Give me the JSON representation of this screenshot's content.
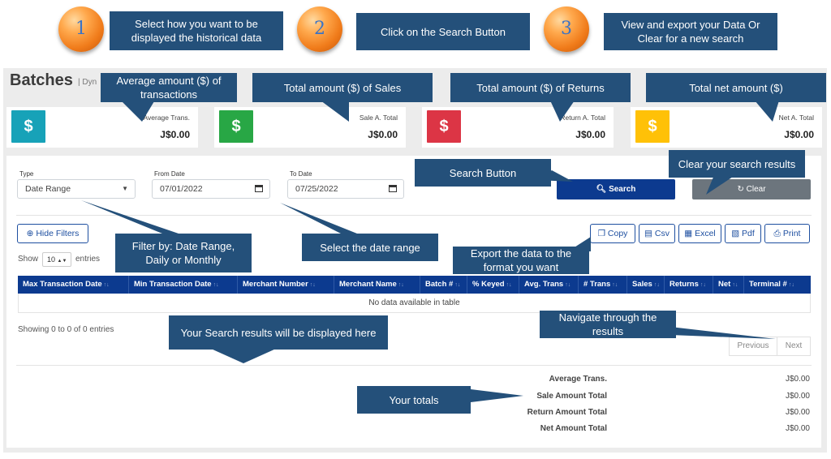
{
  "steps": [
    {
      "num": "1",
      "text": "Select how you want to be displayed the historical data"
    },
    {
      "num": "2",
      "text": "Click on the Search Button"
    },
    {
      "num": "3",
      "text": "View and export your Data Or Clear for a new search"
    }
  ],
  "page": {
    "title": "Batches",
    "subtitle": "| Dyn"
  },
  "callouts": {
    "avg": "Average amount ($) of transactions",
    "sales": "Total amount ($) of Sales",
    "returns": "Total amount ($) of Returns",
    "net": "Total net amount ($)",
    "search": "Search Button",
    "clear": "Clear your search results",
    "filter": "Filter by: Date Range, Daily or Monthly",
    "date_range": "Select the date range",
    "export": "Export the data to the format you want",
    "navigate": "Navigate through the results",
    "results": "Your Search results will be displayed here",
    "totals": "Your totals"
  },
  "cards": [
    {
      "label": "Average Trans.",
      "value": "J$0.00",
      "icon": "dollar-icon",
      "color": "#17a2b8"
    },
    {
      "label": "Sale A. Total",
      "value": "J$0.00",
      "icon": "dollar-icon",
      "color": "#28a745"
    },
    {
      "label": "Return A. Total",
      "value": "J$0.00",
      "icon": "dollar-icon",
      "color": "#dc3545"
    },
    {
      "label": "Net A. Total",
      "value": "J$0.00",
      "icon": "dollar-icon",
      "color": "#ffc107"
    }
  ],
  "filters": {
    "type_label": "Type",
    "type_value": "Date Range",
    "from_label": "From Date",
    "from_value": "07/01/2022",
    "to_label": "To Date",
    "to_value": "07/25/2022"
  },
  "buttons": {
    "search": "Search",
    "clear": "Clear",
    "hide_filters": "Hide Filters",
    "copy": "Copy",
    "csv": "Csv",
    "excel": "Excel",
    "pdf": "Pdf",
    "print": "Print"
  },
  "length": {
    "show": "Show",
    "value": "10",
    "entries": "entries"
  },
  "table": {
    "columns": [
      "Max Transaction Date",
      "Min Transaction Date",
      "Merchant Number",
      "Merchant Name",
      "Batch #",
      "% Keyed",
      "Avg. Trans",
      "# Trans",
      "Sales",
      "Returns",
      "Net",
      "Terminal #"
    ],
    "empty": "No data available in table",
    "info": "Showing 0 to 0 of 0 entries"
  },
  "pager": {
    "previous": "Previous",
    "next": "Next"
  },
  "totals": [
    {
      "label": "Average Trans.",
      "value": "J$0.00"
    },
    {
      "label": "Sale Amount Total",
      "value": "J$0.00"
    },
    {
      "label": "Return Amount Total",
      "value": "J$0.00"
    },
    {
      "label": "Net Amount Total",
      "value": "J$0.00"
    }
  ],
  "colors": {
    "primary": "#0c3a8f",
    "callout": "#24507a",
    "orb": "#f07b1a"
  }
}
